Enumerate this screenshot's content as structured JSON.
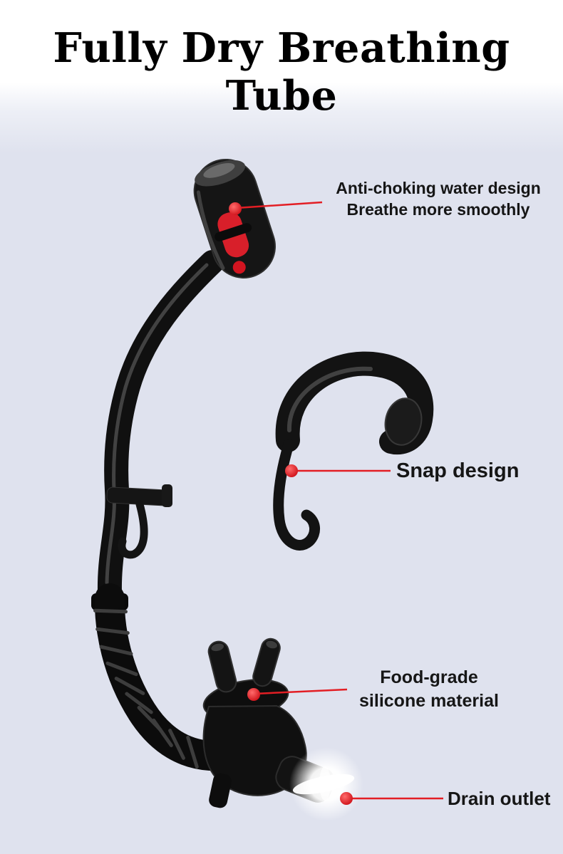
{
  "title": "Fully Dry Breathing Tube",
  "callouts": {
    "anti_choking": {
      "line1": "Anti-choking water design",
      "line2": "Breathe more smoothly"
    },
    "snap": {
      "label": "Snap design"
    },
    "silicone": {
      "line1": "Food-grade",
      "line2": "silicone material"
    },
    "drain": {
      "label": "Drain outlet"
    }
  },
  "colors": {
    "accent_red": "#e31e24",
    "background": "#dfe2ee",
    "title_text": "#000000",
    "callout_text": "#161616"
  }
}
